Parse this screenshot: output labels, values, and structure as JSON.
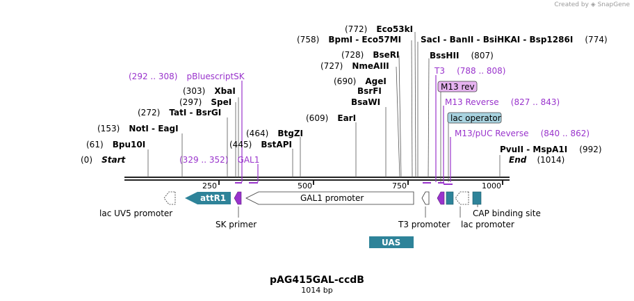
{
  "credit": {
    "prefix": "Created by",
    "brand": "SnapGene"
  },
  "title": "pAG415GAL-ccdB",
  "length_label": "1014 bp",
  "sequence_length": 1014,
  "colors": {
    "primer": "#9933cc",
    "feature_teal": "#2e8399",
    "lac_operator": "#a8d3e0",
    "m13_rev": "#e6b3f0",
    "backbone": "#222222"
  },
  "enzymes": [
    {
      "pos": "(0)",
      "name": "Start",
      "site": 0
    },
    {
      "pos": "(61)",
      "name": "Bpu10I",
      "site": 61
    },
    {
      "pos": "(153)",
      "name": "NotI  -  EagI",
      "site": 153
    },
    {
      "pos": "(272)",
      "name": "TatI  -  BsrGI",
      "site": 272
    },
    {
      "pos": "(297)",
      "name": "SpeI",
      "site": 297
    },
    {
      "pos": "(303)",
      "name": "XbaI",
      "site": 303
    },
    {
      "pos": "(445)",
      "name": "BstAPI",
      "site": 445
    },
    {
      "pos": "(464)",
      "name": "BtgZI",
      "site": 464
    },
    {
      "pos": "(609)",
      "name": "EarI",
      "site": 609
    },
    {
      "pos": "",
      "name": "BsaWI",
      "site": 690
    },
    {
      "pos": "",
      "name": "BsrFI",
      "site": 690
    },
    {
      "pos": "(690)",
      "name": "AgeI",
      "site": 690
    },
    {
      "pos": "(727)",
      "name": "NmeAIII",
      "site": 727
    },
    {
      "pos": "(728)",
      "name": "BseRI",
      "site": 728
    },
    {
      "pos": "(758)",
      "name": "BpmI  -  Eco57MI",
      "site": 758
    },
    {
      "pos": "(772)",
      "name": "Eco53kI",
      "site": 772
    },
    {
      "pos": "(774)",
      "name": "SacI  -  BanII  -  BsiHKAI  -  Bsp1286I",
      "site": 774
    },
    {
      "pos": "(807)",
      "name": "BssHII",
      "site": 807
    },
    {
      "pos": "(992)",
      "name": "PvuII  -  MspA1I",
      "site": 992
    },
    {
      "pos": "(1014)",
      "name": "End",
      "site": 1014
    }
  ],
  "primers": [
    {
      "range": "(292 .. 308)",
      "name": "pBluescriptSK"
    },
    {
      "range": "(329 .. 352)",
      "name": "GAL1"
    },
    {
      "range": "(788 .. 808)",
      "name": "T3"
    },
    {
      "range": "(827 .. 843)",
      "name": "M13 Reverse"
    },
    {
      "range": "(840 .. 862)",
      "name": "M13/pUC Reverse"
    }
  ],
  "boxed_features": [
    {
      "name": "M13 rev"
    },
    {
      "name": "lac operator"
    }
  ],
  "axis_ticks": [
    250,
    500,
    750,
    1000
  ],
  "features": {
    "lac_uv5": "lac UV5 promoter",
    "attr1": "attR1",
    "sk_primer": "SK primer",
    "gal1_promoter": "GAL1 promoter",
    "t3_promoter": "T3 promoter",
    "lac_promoter": "lac promoter",
    "cap_site": "CAP binding site",
    "uas": "UAS"
  }
}
